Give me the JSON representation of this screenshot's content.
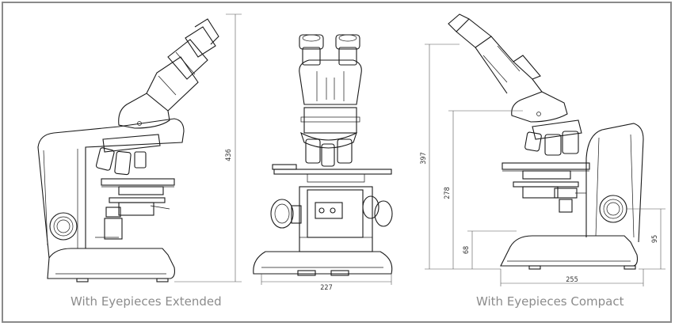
{
  "captions": {
    "extended": "With Eyepieces Extended",
    "compact": "With Eyepieces Compact"
  },
  "dimensions": {
    "extended_height": "436",
    "front_width": "227",
    "compact_height": "397",
    "compact_stage_height": "278",
    "compact_base_height": "68",
    "compact_focus_height": "95",
    "compact_depth": "255"
  },
  "colors": {
    "frame": "#8a8a8a",
    "caption": "#8c8c8c"
  }
}
